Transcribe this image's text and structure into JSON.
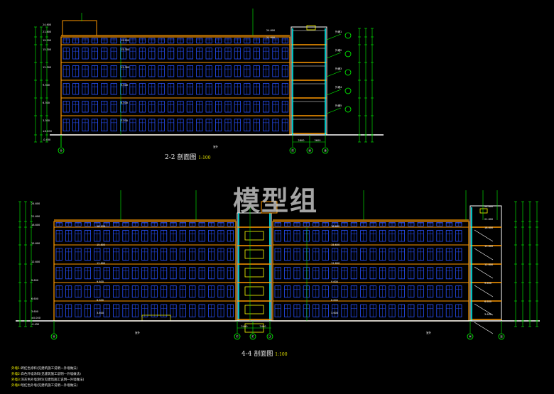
{
  "watermark": "模型组",
  "section_2": {
    "title_num": "2-2",
    "title_text": "剖面图",
    "scale": "1:100",
    "axis_labels": [
      "①",
      "⑰",
      "⑱",
      "⑲"
    ],
    "elev_labels": [
      "24.600",
      "21.600",
      "19.200",
      "15.300",
      "12.300",
      "9.300",
      "6.300",
      "3.300",
      "±0.000",
      "-0.450"
    ],
    "callouts": [
      "外墙1",
      "外墙2",
      "外墙3",
      "外墙4",
      "外墙5"
    ],
    "dims": [
      "2800",
      "3600"
    ]
  },
  "section_4": {
    "title_num": "4-4",
    "title_text": "剖面图",
    "scale": "1:100",
    "axis_labels": [
      "Ⓐ",
      "Ⓔ",
      "Ⓕ",
      "Ⓙ",
      "Ⓝ",
      "Ⓞ"
    ],
    "elev_labels": [
      "24.600",
      "21.600",
      "18.600",
      "15.600",
      "12.600",
      "9.600",
      "6.600",
      "3.600",
      "±0.000",
      "-0.450"
    ],
    "dims": [
      "2400",
      "2400"
    ]
  },
  "notes": [
    {
      "key": "外墙1:",
      "text": "砖红色涂料(见建筑施工说明一外墙做法)"
    },
    {
      "key": "外墙2:",
      "text": "白色外墙涂料(见建筑施工说明一外墙做法)"
    },
    {
      "key": "外墙3:",
      "text": "深灰色外墙涂料(见建筑施工说明一外墙做法)"
    },
    {
      "key": "外墙4:",
      "text": "暗红色外墙(见建筑施工说明一外墙做法)"
    }
  ],
  "colors": {
    "bg": "#000000",
    "wall": "#ff9900",
    "window": "#2850ff",
    "dim": "#00ff00",
    "cut": "#ffffff",
    "glass": "#00ffff",
    "text": "#ffffff",
    "accent": "#ffff00"
  }
}
